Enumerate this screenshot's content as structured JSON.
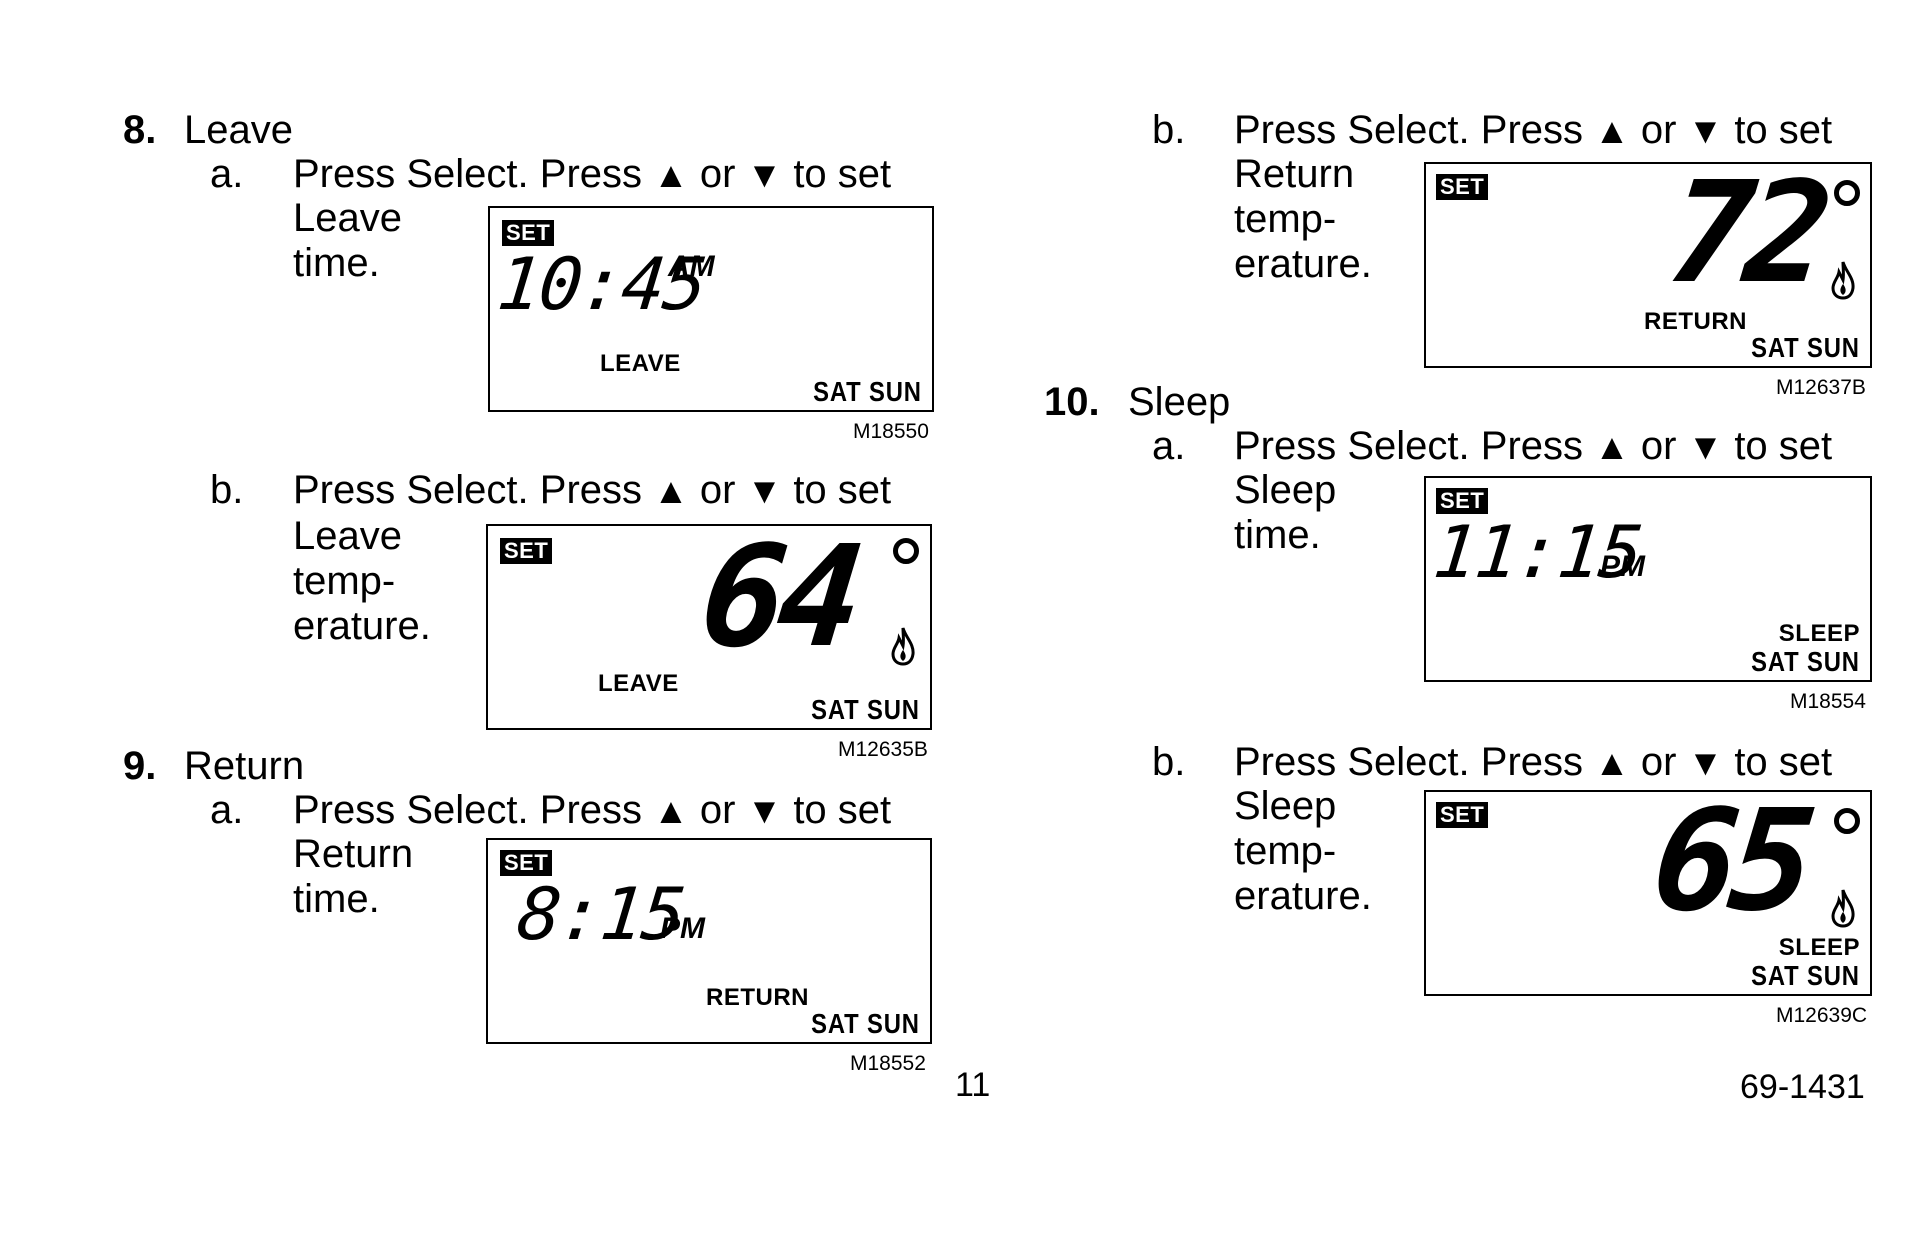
{
  "sections": [
    {
      "number": "8.",
      "title": "Leave",
      "steps": [
        {
          "letter": "a.",
          "instruction": [
            "Press Select. Press ",
            "▲",
            " or ",
            "▼",
            " to set"
          ],
          "label_lines": [
            "Leave",
            "time."
          ],
          "lcd": {
            "set": "SET",
            "display": "10:45",
            "suffix": "AM",
            "mode": "LEAVE",
            "days": "SAT SUN"
          },
          "model": "M18550"
        },
        {
          "letter": "b.",
          "instruction": [
            "Press Select. Press ",
            "▲",
            " or ",
            "▼",
            " to set"
          ],
          "label_lines": [
            "Leave",
            "temp-",
            "erature."
          ],
          "lcd": {
            "set": "SET",
            "display": "64",
            "mode": "LEAVE",
            "days": "SAT SUN"
          },
          "model": "M12635B"
        }
      ]
    },
    {
      "number": "9.",
      "title": "Return",
      "steps": [
        {
          "letter": "a.",
          "instruction": [
            "Press Select. Press ",
            "▲",
            " or ",
            "▼",
            " to set"
          ],
          "label_lines": [
            "Return",
            "time."
          ],
          "lcd": {
            "set": "SET",
            "display": "8:15",
            "suffix": "PM",
            "mode": "RETURN",
            "days": "SAT SUN"
          },
          "model": "M18552"
        },
        {
          "letter": "b.",
          "instruction": [
            "Press Select. Press ",
            "▲",
            " or ",
            "▼",
            " to set"
          ],
          "label_lines": [
            "Return",
            "temp-",
            "erature."
          ],
          "lcd": {
            "set": "SET",
            "display": "72",
            "mode": "RETURN",
            "days": "SAT SUN"
          },
          "model": "M12637B"
        }
      ]
    },
    {
      "number": "10.",
      "title": "Sleep",
      "steps": [
        {
          "letter": "a.",
          "instruction": [
            "Press Select. Press ",
            "▲",
            " or ",
            "▼",
            " to set"
          ],
          "label_lines": [
            "Sleep",
            "time."
          ],
          "lcd": {
            "set": "SET",
            "display": "11:15",
            "suffix": "PM",
            "mode": "SLEEP",
            "days": "SAT SUN"
          },
          "model": "M18554"
        },
        {
          "letter": "b.",
          "instruction": [
            "Press Select. Press ",
            "▲",
            " or ",
            "▼",
            " to set"
          ],
          "label_lines": [
            "Sleep",
            "temp-",
            "erature."
          ],
          "lcd": {
            "set": "SET",
            "display": "65",
            "mode": "SLEEP",
            "days": "SAT SUN"
          },
          "model": "M12639C"
        }
      ]
    }
  ],
  "footer": {
    "page_number": "11",
    "doc_number": "69-1431"
  },
  "icons": {
    "degree": "degree-icon",
    "flame": "flame-icon"
  }
}
